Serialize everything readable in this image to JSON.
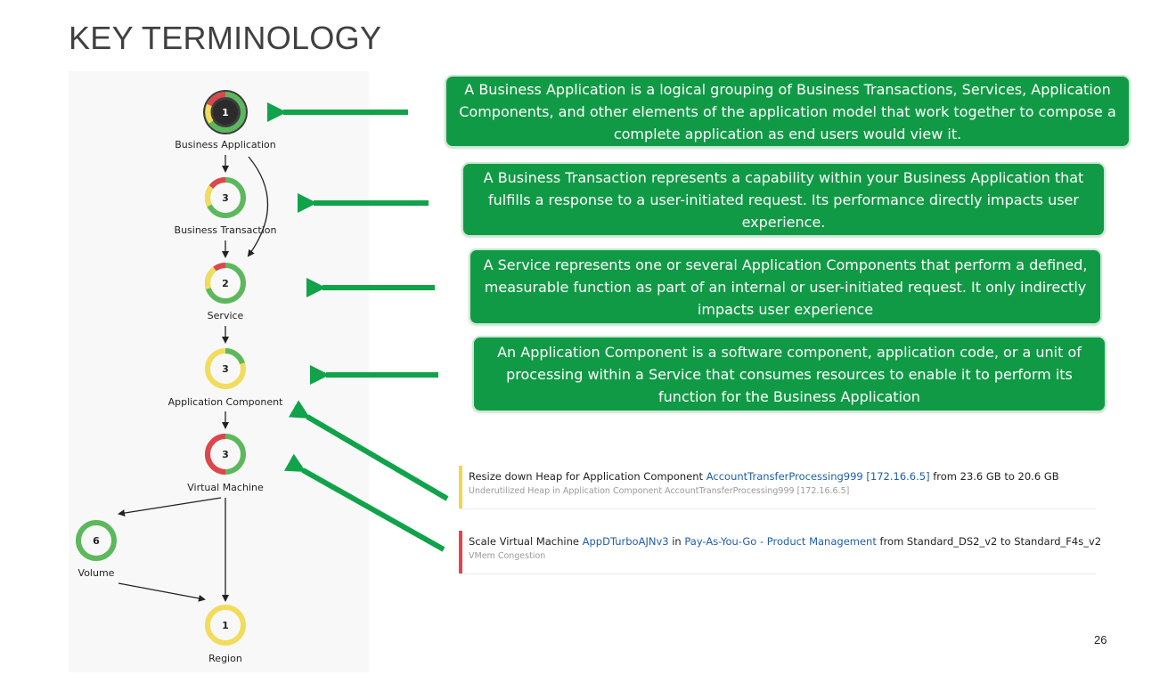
{
  "slide": {
    "title": "KEY TERMINOLOGY",
    "page_number": "26"
  },
  "colors": {
    "box_green": "#119a45",
    "arrow_green": "#10a34a",
    "health_green": "#5cb85c",
    "health_yellow": "#f2dc5d",
    "health_red": "#e0454c",
    "link_blue": "#1f5fa8"
  },
  "supply_chain": {
    "nodes": [
      {
        "id": "business-application",
        "label": "Business Application",
        "count": "1",
        "icon": "health-ring-icon"
      },
      {
        "id": "business-transaction",
        "label": "Business Transaction",
        "count": "3",
        "icon": "health-ring-icon"
      },
      {
        "id": "service",
        "label": "Service",
        "count": "2",
        "icon": "health-ring-icon"
      },
      {
        "id": "application-component",
        "label": "Application Component",
        "count": "3",
        "icon": "health-ring-icon"
      },
      {
        "id": "virtual-machine",
        "label": "Virtual Machine",
        "count": "3",
        "icon": "health-ring-icon"
      },
      {
        "id": "volume",
        "label": "Volume",
        "count": "6",
        "icon": "health-ring-icon"
      },
      {
        "id": "region",
        "label": "Region",
        "count": "1",
        "icon": "health-ring-icon"
      }
    ]
  },
  "definitions": [
    {
      "term": "Business Application",
      "text": "A Business Application is a logical grouping of Business Transactions, Services, Application Components, and other elements of the application model that work together to compose a complete application as end users would view it."
    },
    {
      "term": "Business Transaction",
      "text": "A Business Transaction represents a capability within your Business Application that fulfills a response to a user-initiated request. Its performance directly impacts user experience."
    },
    {
      "term": "Service",
      "text": "A Service represents one or several Application Components that perform a defined, measurable function as part of an internal or user-initiated request. It only indirectly impacts user experience"
    },
    {
      "term": "Application Component",
      "text": "An Application Component is a software component, application code, or a unit of processing within a Service that consumes resources to enable it to perform its function for the Business Application"
    }
  ],
  "actions": [
    {
      "severity": "minor",
      "severity_color": "#f2d64b",
      "prefix": "Resize down Heap for Application Component ",
      "link1": "AccountTransferProcessing999 [172.16.6.5]",
      "middle": "",
      "link2": "",
      "suffix": " from 23.6 GB to 20.6 GB",
      "reason": "Underutilized Heap in Application Component AccountTransferProcessing999 [172.16.6.5]"
    },
    {
      "severity": "critical",
      "severity_color": "#e0454c",
      "prefix": "Scale Virtual Machine ",
      "link1": "AppDTurboAJNv3",
      "middle": " in ",
      "link2": "Pay-As-You-Go - Product Management",
      "suffix": " from Standard_DS2_v2 to Standard_F4s_v2",
      "reason": "VMem Congestion"
    }
  ]
}
